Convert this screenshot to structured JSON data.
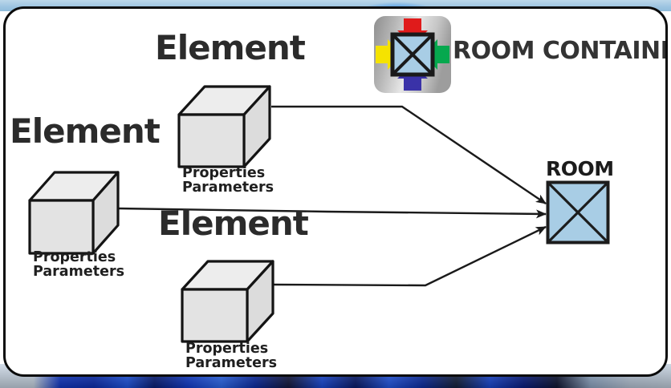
{
  "canvas": {
    "background": "#ffffff",
    "frame_color": "#0b0b0b",
    "backdrop_top_color": "#9fc6e2",
    "backdrop_bottom_color": "#1038c8"
  },
  "brand": {
    "label": "ROOM CONTAINER",
    "logo_icon": "room-container-logo-icon",
    "logo": {
      "plate_gradient_from": "#9a9a9a",
      "plate_gradient_to": "#e9e9e9",
      "center_square_fill": "#a8cde5",
      "center_square_stroke": "#1a1a1a",
      "arrows": [
        {
          "name": "arrow-top-red",
          "direction": "down",
          "color": "#e01b1b"
        },
        {
          "name": "arrow-left-yellow",
          "direction": "right",
          "color": "#f5e300"
        },
        {
          "name": "arrow-right-green",
          "direction": "left",
          "color": "#06a84e"
        },
        {
          "name": "arrow-bottom-blue",
          "direction": "up",
          "color": "#3a32a8"
        }
      ]
    }
  },
  "room": {
    "label": "ROOM",
    "fill": "#a8cde5",
    "stroke": "#1c1c1c",
    "diagonals": "x-cross"
  },
  "elements": [
    {
      "id": "element-left",
      "title": "Element",
      "properties_label": "Properties",
      "parameters_label": "Parameters",
      "cube_front_fill": "#e3e3e3",
      "cube_top_fill": "#ededed",
      "cube_side_fill": "#dcdcdc",
      "cube_stroke": "#141414"
    },
    {
      "id": "element-top",
      "title": "Element",
      "properties_label": "Properties",
      "parameters_label": "Parameters",
      "cube_front_fill": "#e3e3e3",
      "cube_top_fill": "#ededed",
      "cube_side_fill": "#dcdcdc",
      "cube_stroke": "#141414"
    },
    {
      "id": "element-bottom",
      "title": "Element",
      "properties_label": "Properties",
      "parameters_label": "Parameters",
      "cube_front_fill": "#e3e3e3",
      "cube_top_fill": "#ededed",
      "cube_side_fill": "#dcdcdc",
      "cube_stroke": "#141414"
    }
  ],
  "connectors": [
    {
      "name": "connector-top-element-to-room",
      "from": "element-top",
      "to": "room",
      "style": "arrow"
    },
    {
      "name": "connector-left-element-to-room",
      "from": "element-left",
      "to": "room",
      "style": "arrow"
    },
    {
      "name": "connector-bottom-element-to-room",
      "from": "element-bottom",
      "to": "room",
      "style": "arrow"
    }
  ]
}
